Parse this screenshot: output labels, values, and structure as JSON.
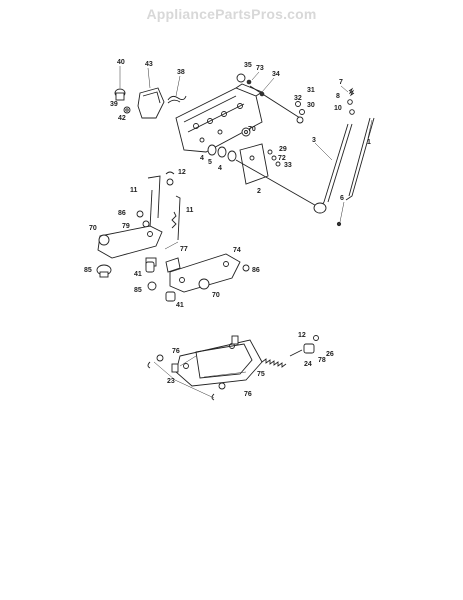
{
  "watermark": "AppliancePartsPros.com",
  "callouts": {
    "c40": "40",
    "c43": "43",
    "c38": "38",
    "c39": "39",
    "c42": "42",
    "c35": "35",
    "c73": "73",
    "c34": "34",
    "c31": "31",
    "c32": "32",
    "c30": "30",
    "c7": "7",
    "c8": "8",
    "c10": "10",
    "c1": "1",
    "c3": "3",
    "c70a": "70",
    "c29": "29",
    "c72": "72",
    "c33": "33",
    "c4a": "4",
    "c5": "5",
    "c4b": "4",
    "c2": "2",
    "c6": "6",
    "c12a": "12",
    "c11a": "11",
    "c11b": "11",
    "c86a": "86",
    "c79": "79",
    "c70b": "70",
    "c77": "77",
    "c85a": "85",
    "c41a": "41",
    "c74": "74",
    "c86b": "86",
    "c85b": "85",
    "c70c": "70",
    "c41b": "41",
    "c12b": "12",
    "c76a": "76",
    "c26": "26",
    "c78": "78",
    "c24": "24",
    "c75": "75",
    "c23": "23",
    "c76b": "76"
  }
}
